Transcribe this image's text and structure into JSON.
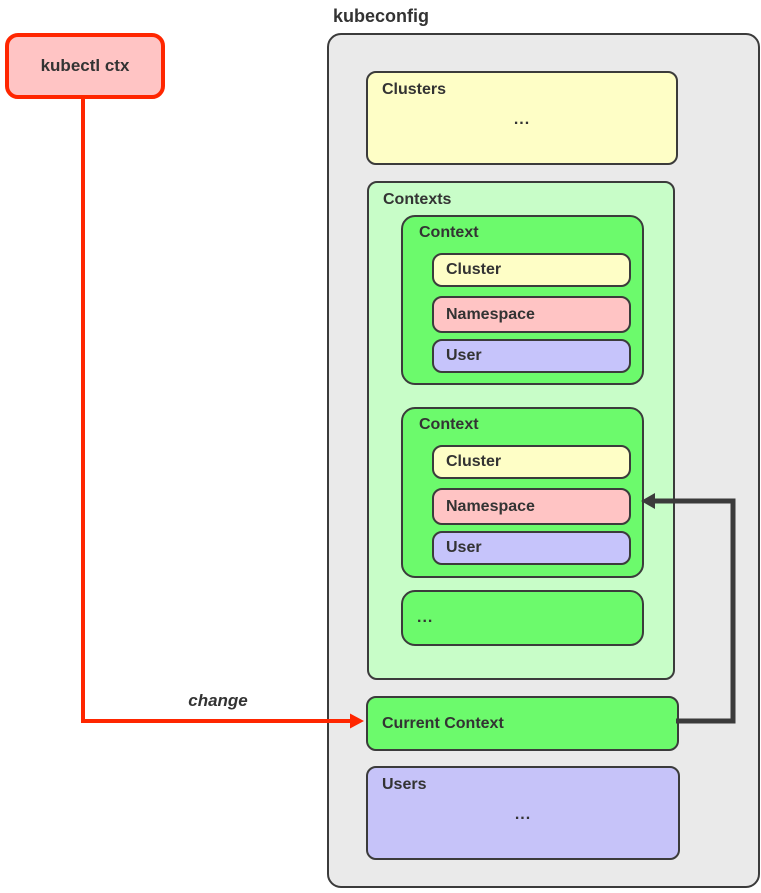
{
  "actor": {
    "label": "kubectl ctx"
  },
  "kubeconfig": {
    "title": "kubeconfig",
    "clusters": {
      "label": "Clusters",
      "ellipsis": "..."
    },
    "contexts": {
      "label": "Contexts",
      "items": [
        {
          "label": "Context",
          "fields": [
            {
              "label": "Cluster"
            },
            {
              "label": "Namespace"
            },
            {
              "label": "User"
            }
          ]
        },
        {
          "label": "Context",
          "fields": [
            {
              "label": "Cluster"
            },
            {
              "label": "Namespace"
            },
            {
              "label": "User"
            }
          ]
        }
      ],
      "ellipsis": "..."
    },
    "current_context": {
      "label": "Current Context"
    },
    "users": {
      "label": "Users",
      "ellipsis": "..."
    }
  },
  "arrows": {
    "change_label": "change",
    "change_color": "#ff2600",
    "loop_color": "#3b3b3b"
  },
  "colors": {
    "actor_fill": "#ffc4c4",
    "actor_border": "#ff2600",
    "container_fill": "#eaeaea",
    "yellow_fill": "#fefec6",
    "light_green_fill": "#c8fdc8",
    "green_fill": "#6cfa6c",
    "pink_fill": "#ffc4c4",
    "purple_fill": "#c6c4fb",
    "users_fill": "#c6c3f9",
    "border_dark": "#3b3b3b",
    "text": "#333333"
  }
}
